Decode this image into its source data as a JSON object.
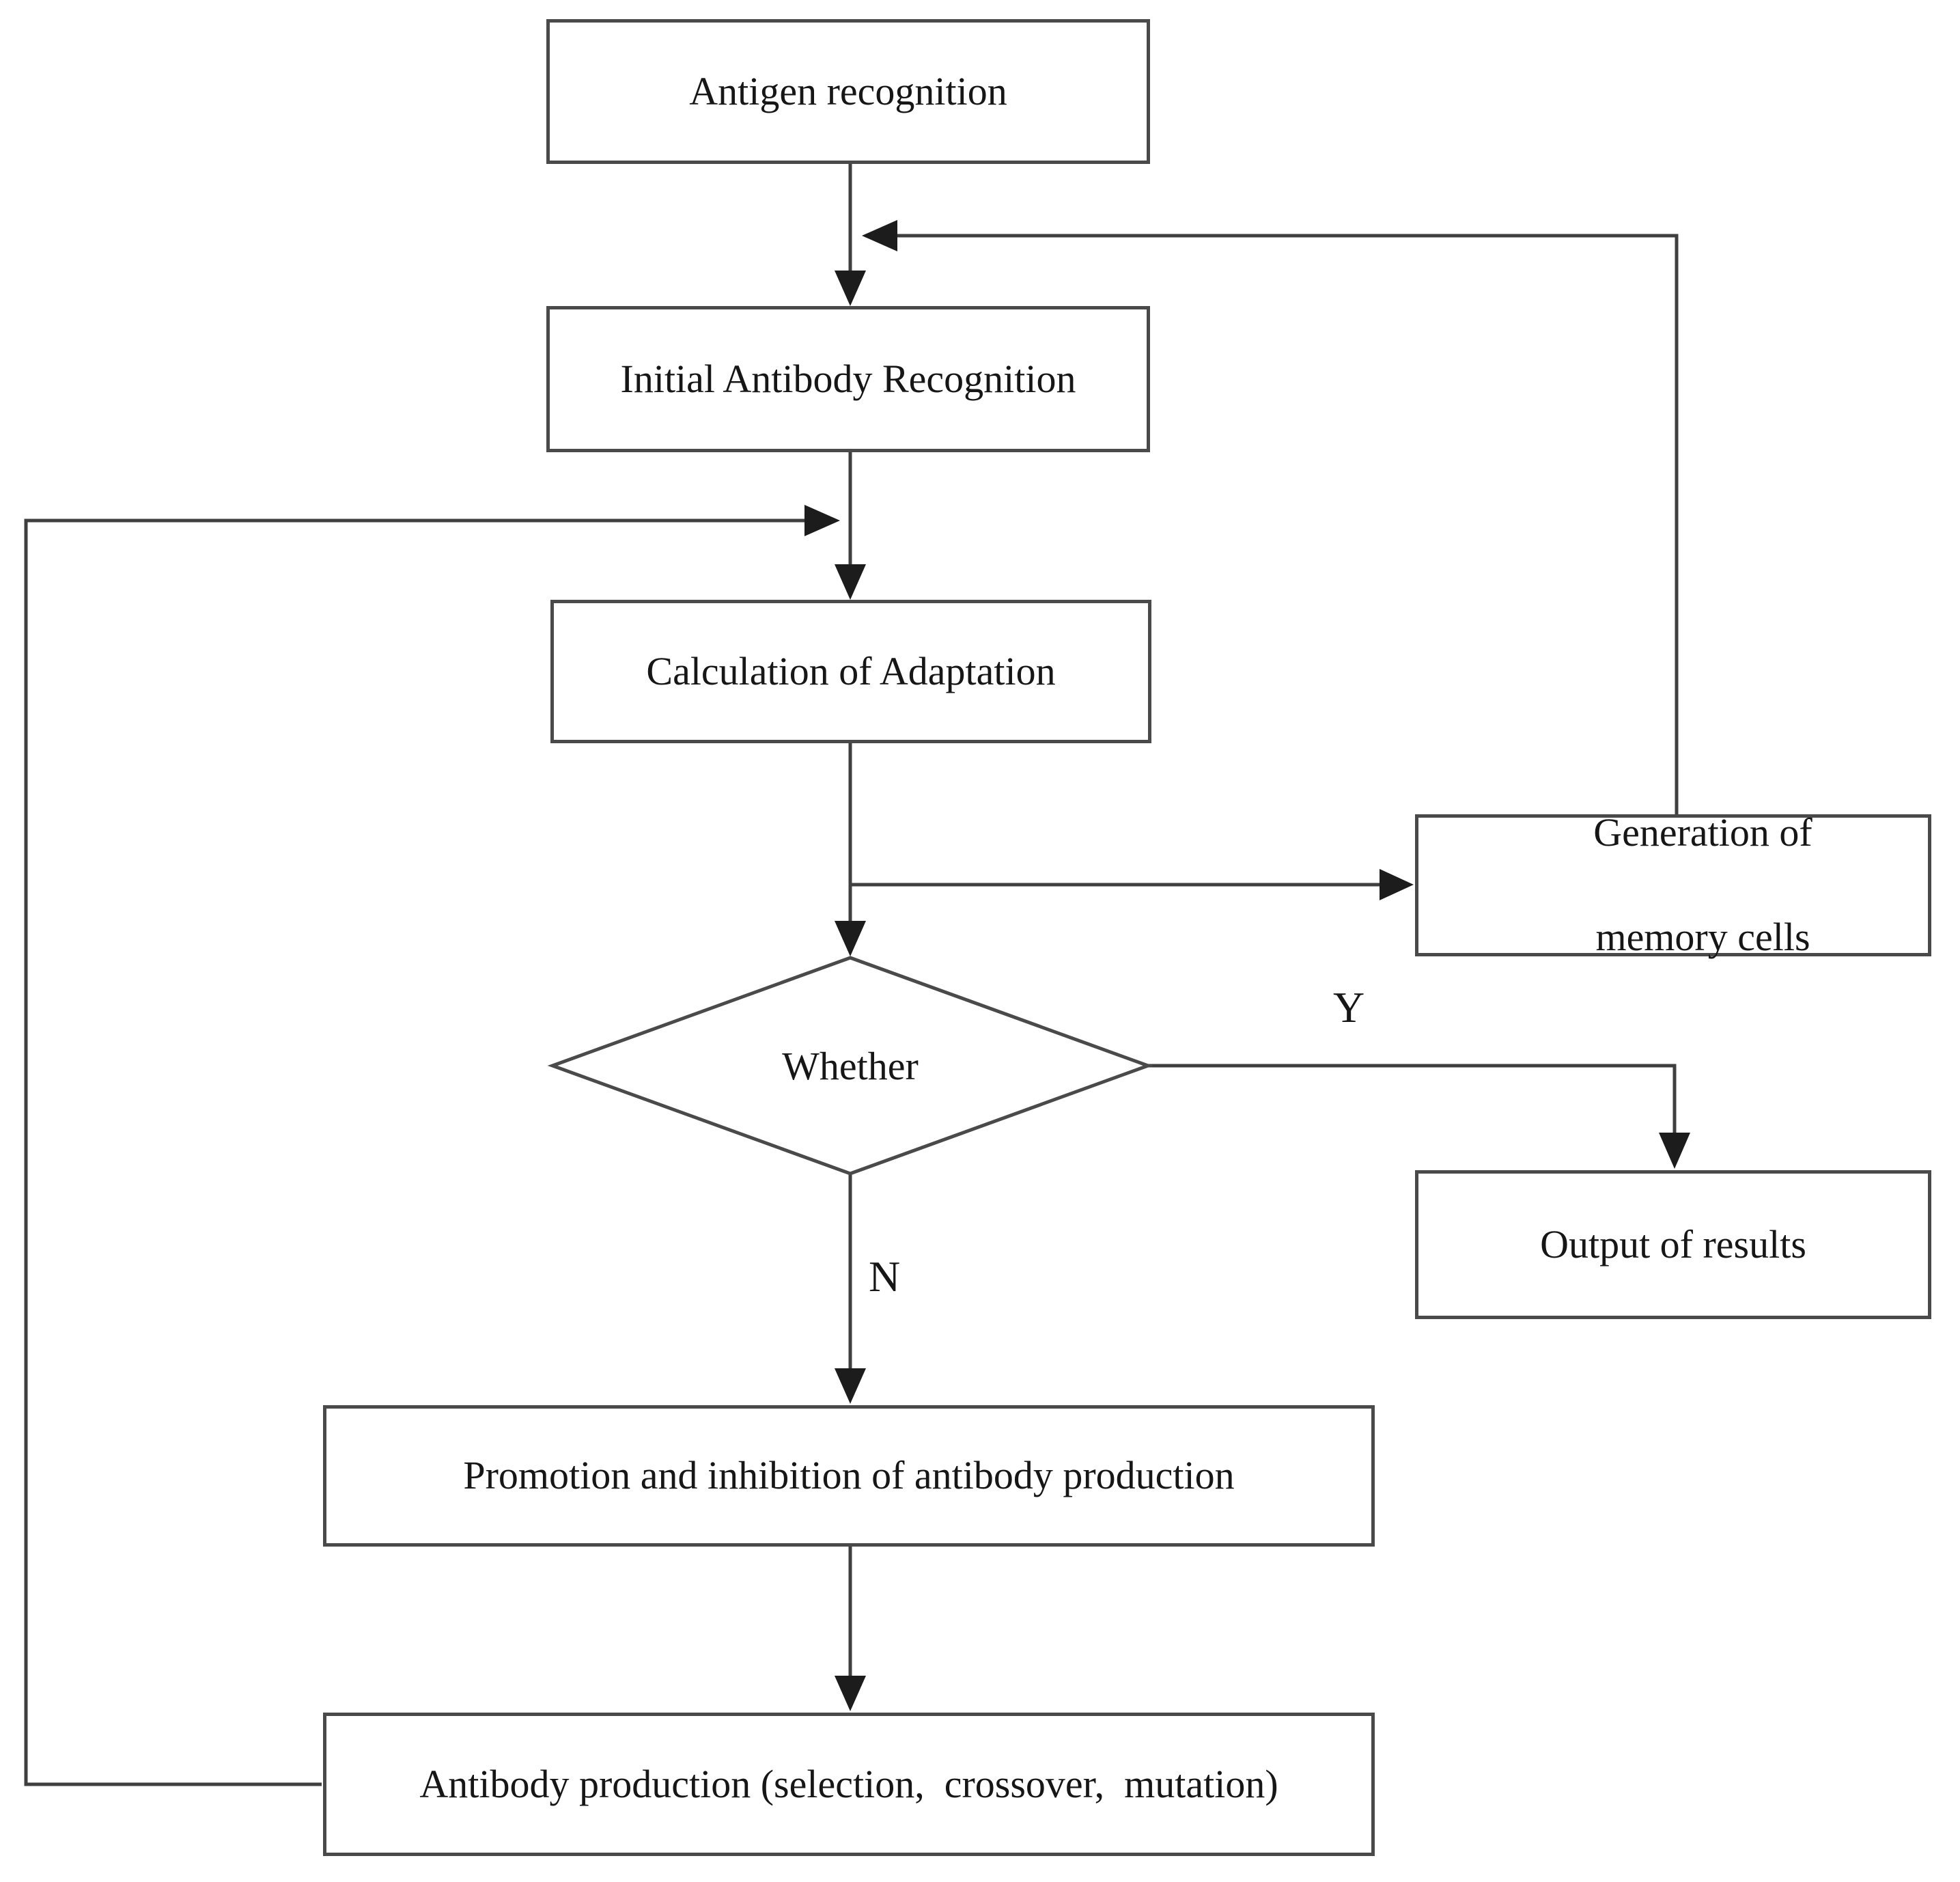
{
  "diagram": {
    "type": "flowchart",
    "background_color": "#ffffff",
    "line_color": "#3f3f3f",
    "border_color": "#4a4a4a",
    "arrow_color": "#1c1c1c",
    "text_color": "#161616",
    "nodes": {
      "antigen": {
        "label": "Antigen recognition"
      },
      "initial": {
        "label": "Initial Antibody Recognition"
      },
      "calculation": {
        "label": "Calculation of Adaptation"
      },
      "memory": {
        "line1": "Generation of",
        "line2": "memory cells"
      },
      "whether": {
        "label": "Whether"
      },
      "output": {
        "label": "Output of results"
      },
      "promotion": {
        "label": "Promotion and inhibition of antibody production"
      },
      "antibody": {
        "label": "Antibody production (selection,  crossover,  mutation)"
      }
    },
    "edge_labels": {
      "yes": "Y",
      "no": "N"
    }
  }
}
